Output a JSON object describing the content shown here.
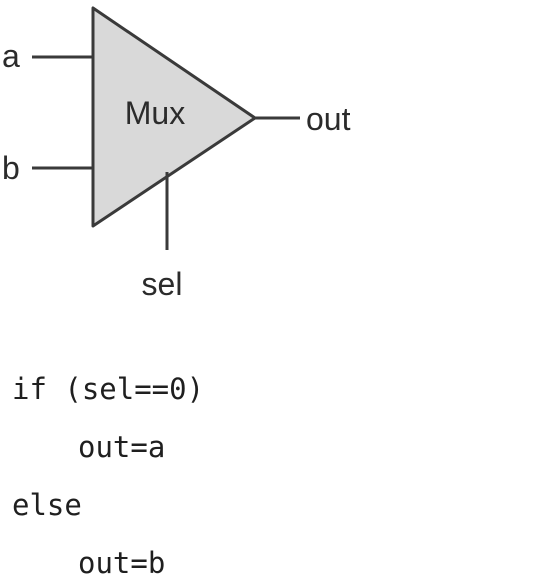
{
  "diagram": {
    "block_label": "Mux",
    "inputs": [
      "a",
      "b"
    ],
    "output": "out",
    "select": "sel",
    "colors": {
      "block_fill": "#d9d9d9",
      "stroke": "#3a3a3a",
      "text": "#2b2b2b"
    }
  },
  "code": {
    "lines": [
      "if (sel==0)",
      "out=a",
      "else",
      "out=b"
    ]
  }
}
